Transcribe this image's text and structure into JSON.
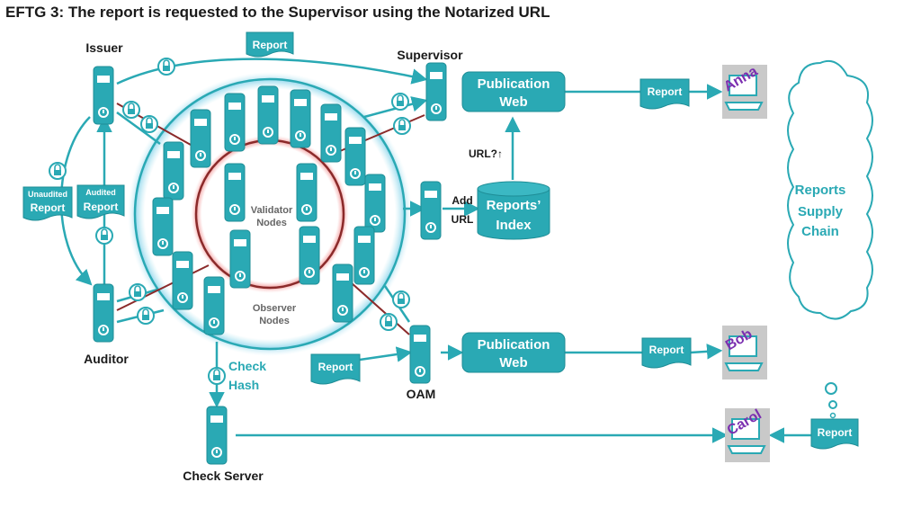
{
  "title": "EFTG 3: The report is requested to the Supervisor using the Notarized URL",
  "colors": {
    "teal": "#2aa9b4",
    "teal_dark": "#1e8d96",
    "line": "#2aa9b4",
    "red_line": "#8b2a2a",
    "cloud_text": "#2aa9b4",
    "person_text": "#7b2fb0"
  },
  "actors": {
    "issuer": "Issuer",
    "supervisor": "Supervisor",
    "auditor": "Auditor",
    "oam": "OAM",
    "check_server": "Check Server"
  },
  "network": {
    "validator_label_1": "Validator",
    "validator_label_2": "Nodes",
    "observer_label_1": "Observer",
    "observer_label_2": "Nodes"
  },
  "docs": {
    "report_top": "Report",
    "unaudited_1": "Unaudited",
    "unaudited_2": "Report",
    "audited_1": "Audited",
    "audited_2": "Report",
    "report_anna": "Report",
    "report_bob": "Report",
    "report_oam": "Report",
    "report_carol": "Report"
  },
  "boxes": {
    "pub_web_1_line1": "Publication",
    "pub_web_1_line2": "Web",
    "pub_web_2_line1": "Publication",
    "pub_web_2_line2": "Web",
    "index_line1": "Reports’",
    "index_line2": "Index"
  },
  "labels": {
    "url_query": "URL?↑",
    "add_1": "Add",
    "add_2": "URL",
    "check_1": "Check",
    "check_2": "Hash"
  },
  "people": {
    "anna": "Anna",
    "bob": "Bob",
    "carol": "Carol"
  },
  "cloud": {
    "line1": "Reports",
    "line2": "Supply",
    "line3": "Chain"
  }
}
